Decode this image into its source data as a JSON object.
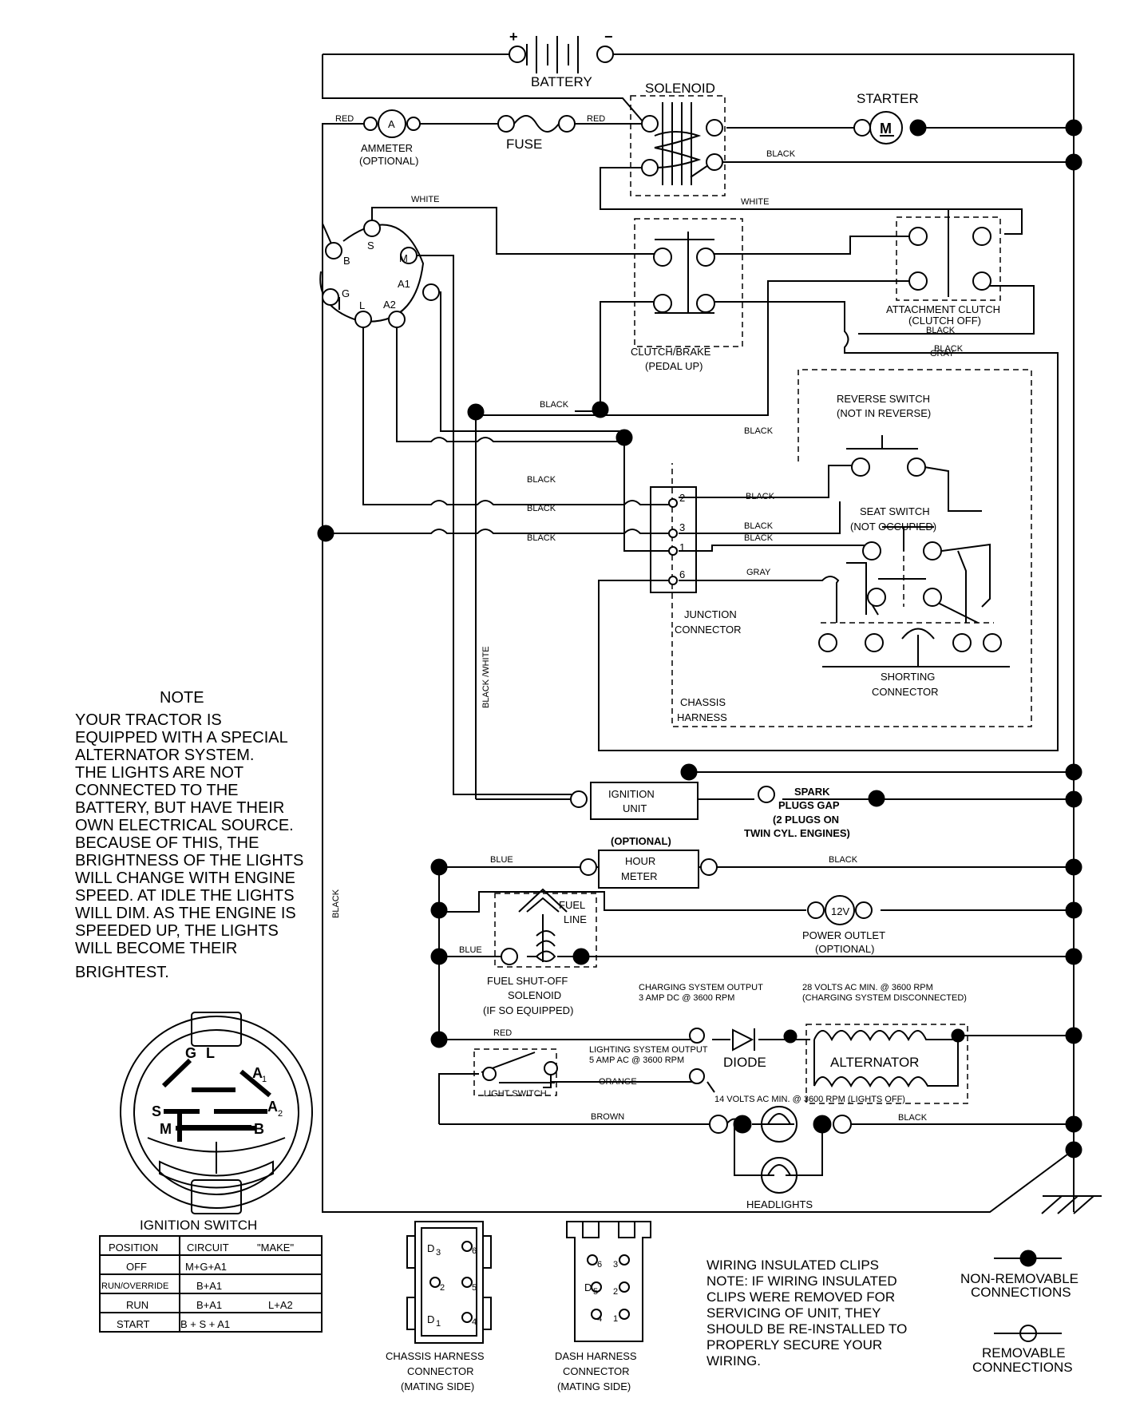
{
  "labels": {
    "battery": "BATTERY",
    "solenoid": "SOLENOID",
    "starter": "STARTER",
    "starter_m": "M",
    "ammeter_a": "A",
    "ammeter": "AMMETER",
    "ammeter_opt": "(OPTIONAL)",
    "fuse": "FUSE",
    "clutch_brake": "CLUTCH/BRAKE",
    "pedal_up": "(PEDAL UP)",
    "attach_clutch": "ATTACHMENT CLUTCH",
    "clutch_off": "(CLUTCH OFF)",
    "reverse_switch": "REVERSE SWITCH",
    "not_in_reverse": "(NOT IN REVERSE)",
    "seat_switch": "SEAT SWITCH",
    "not_occupied": "(NOT OCCUPIED)",
    "junction": "JUNCTION",
    "connector": "CONNECTOR",
    "shorting": "SHORTING",
    "shorting_connector": "CONNECTOR",
    "chassis": "CHASSIS",
    "harness": "HARNESS",
    "ignition": "IGNITION",
    "unit": "UNIT",
    "spark1": "SPARK",
    "spark2": "PLUGS GAP",
    "spark3": "(2 PLUGS ON",
    "spark4": "TWIN CYL. ENGINES)",
    "optional": "(OPTIONAL)",
    "hour": "HOUR",
    "meter": "METER",
    "fuel": "FUEL",
    "line": "LINE",
    "outlet_12v": "12V",
    "power_outlet": "POWER OUTLET",
    "power_opt": "(OPTIONAL)",
    "fuel_shutoff": "FUEL SHUT-OFF",
    "fuel_solenoid": "SOLENOID",
    "if_equipped": "(IF SO EQUIPPED)",
    "charge_out1": "CHARGING SYSTEM OUTPUT",
    "charge_out2": "3 AMP DC @ 3600 RPM",
    "volts28_1": "28 VOLTS AC MIN. @ 3600 RPM",
    "volts28_2": "(CHARGING SYSTEM DISCONNECTED)",
    "light_out1": "LIGHTING SYSTEM OUTPUT",
    "light_out2": "5 AMP AC @ 3600 RPM",
    "diode": "DIODE",
    "alternator": "ALTERNATOR",
    "light_switch": "LIGHT SWITCH",
    "volts14": "14 VOLTS AC MIN. @ 3600 RPM (LIGHTS OFF)",
    "headlights": "HEADLIGHTS",
    "ign_b": "B",
    "ign_s": "S",
    "ign_m": "M",
    "ign_g": "G",
    "ign_a1": "A1",
    "ign_l": "L",
    "ign_a2": "A2",
    "jc2": "2",
    "jc3": "3",
    "jc1": "1",
    "jc6": "6",
    "knob_g": "G",
    "knob_l": "L",
    "knob_a1": "A",
    "knob_a1s": "1",
    "knob_s": "S",
    "knob_a2": "A",
    "knob_a2s": "2",
    "knob_m": "M",
    "knob_b": "B",
    "ignition_switch": "IGNITION SWITCH",
    "chassis_conn1": "CHASSIS HARNESS",
    "chassis_conn2": "CONNECTOR",
    "chassis_conn3": "(MATING SIDE)",
    "dash_conn1": "DASH HARNESS",
    "dash_conn2": "CONNECTOR",
    "dash_conn3": "(MATING SIDE)",
    "non_removable1": "NON-REMOVABLE",
    "non_removable2": "CONNECTIONS",
    "removable1": "REMOVABLE",
    "removable2": "CONNECTIONS",
    "cd3": "D",
    "cd3s": "3",
    "c6": "6",
    "cd2": "2",
    "c5": "5",
    "cd1": "D",
    "cd1s": "1",
    "c4": "4",
    "dd6": "6",
    "dd3": "3",
    "dd5": "D",
    "dd5s": "5",
    "dd2": "2",
    "dd4": "4",
    "dd1": "1",
    "plus": "+",
    "minus": "−"
  },
  "wire_colors": {
    "red1": "RED",
    "red2": "RED",
    "black1": "BLACK",
    "white1": "WHITE",
    "white2": "WHITE",
    "black2": "BLACK",
    "gray1": "GRAY",
    "black3": "BLACK",
    "black4": "BLACK",
    "black5": "BLACK",
    "black6": "BLACK",
    "black7": "BLACK",
    "black8": "BLACK",
    "black9": "BLACK",
    "black10": "BLACK",
    "black11": "BLACK",
    "gray2": "GRAY",
    "black_white": "BLACK /WHITE",
    "black_side": "BLACK",
    "blue1": "BLUE",
    "black12": "BLACK",
    "blue2": "BLUE",
    "red3": "RED",
    "orange": "ORANGE",
    "brown": "BROWN",
    "black13": "BLACK"
  },
  "note": {
    "title": "NOTE",
    "lines": [
      "YOUR TRACTOR IS",
      "EQUIPPED WITH A SPECIAL",
      "ALTERNATOR SYSTEM.",
      "THE LIGHTS ARE NOT",
      "CONNECTED TO THE",
      "BATTERY, BUT HAVE THEIR",
      "OWN ELECTRICAL SOURCE.",
      "BECAUSE OF THIS, THE",
      "BRIGHTNESS OF THE LIGHTS",
      "WILL CHANGE WITH ENGINE",
      "SPEED.  AT IDLE THE LIGHTS",
      "WILL DIM.  AS THE ENGINE IS",
      "SPEEDED UP, THE LIGHTS",
      "WILL BECOME THEIR",
      "BRIGHTEST."
    ]
  },
  "wiring_note": {
    "lines": [
      "WIRING INSULATED CLIPS",
      "NOTE: IF WIRING INSULATED",
      "CLIPS WERE REMOVED FOR",
      "SERVICING OF UNIT, THEY",
      "SHOULD BE RE-INSTALLED TO",
      "PROPERLY SECURE YOUR",
      "WIRING."
    ]
  },
  "ignition_table": {
    "headers": [
      "POSITION",
      "CIRCUIT",
      "\"MAKE\""
    ],
    "rows": [
      {
        "position": "OFF",
        "circuit": "M+G+A1",
        "extra": ""
      },
      {
        "position": "RUN/OVERRIDE",
        "circuit": "B+A1",
        "extra": ""
      },
      {
        "position": "RUN",
        "circuit": "B+A1",
        "extra": "L+A2"
      },
      {
        "position": "START",
        "circuit": "B + S + A1",
        "extra": ""
      }
    ]
  }
}
